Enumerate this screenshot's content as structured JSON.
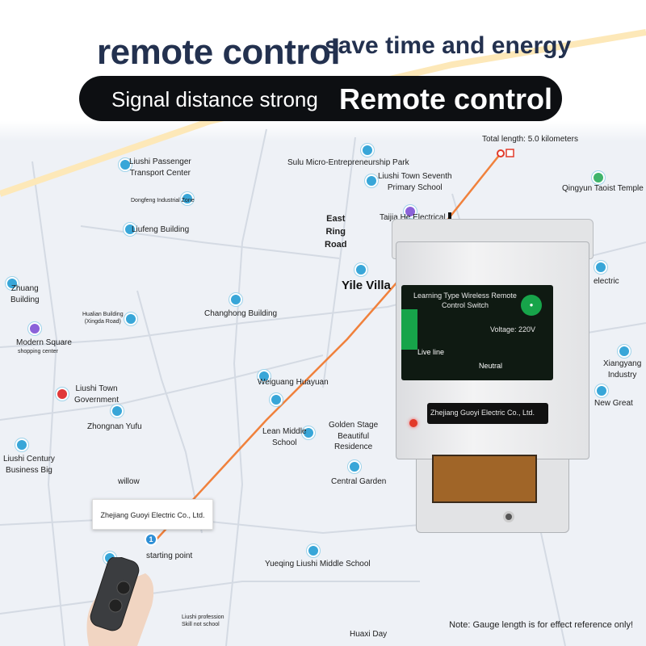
{
  "headline": {
    "main": "remote control",
    "sub": "save time and energy"
  },
  "banner": {
    "left_text": "Signal distance strong",
    "right_text": "Remote control"
  },
  "route": {
    "total_length": "Total length: 5.0 kilometers",
    "start_label": "starting point"
  },
  "map_labels": {
    "liushi_passenger": "Liushi Passenger\nTransport Center",
    "dongfeng": "Dongfeng Industrial Zone",
    "liufeng": "Liufeng Building",
    "sulu": "Sulu Micro-Entrepreneurship Park",
    "seventh_school": "Liushi Town Seventh\nPrimary School",
    "qingyun": "Qingyun Taoist Temple",
    "east_ring": "East\nRing\nRoad",
    "taijia": "Taijia He Electrical\nAppliances",
    "yile": "Yile Villa",
    "electric_right": "electric",
    "zhuang": "Zhuang\nBuilding",
    "hualian": "Hualian Building\n(Xingda Road)",
    "changhong": "Changhong Building",
    "modern_square": "Modern Square",
    "modern_square_sub": "shopping center",
    "xiangyang": "Xiangyang\nIndustry",
    "new_great": "New Great",
    "liushi_gov": "Liushi Town\nGovernment",
    "weiguang": "Weiguang Huayuan",
    "zhongnan": "Zhongnan Yufu",
    "lean_school": "Lean Middle\nSchool",
    "golden_stage": "Golden Stage\nBeautiful\nResidence",
    "liushi_century": "Liushi Century\nBusiness Big",
    "willow": "willow",
    "central_garden": "Central Garden",
    "yueqing": "Yueqing Liushi Middle School",
    "liushi_profession": "Liushi profession\nSkill not school",
    "huaxi": "Huaxi Day"
  },
  "device": {
    "title": "Learning Type Wireless Remote\nControl Switch",
    "voltage": "Voltage: 220V",
    "live": "Live line",
    "neutral": "Neutral",
    "company": "Zhejiang Guoyi Electric Co., Ltd."
  },
  "callout": {
    "company": "Zhejiang Guoyi Electric Co., Ltd."
  },
  "note": "Note: Gauge length is for effect reference only!",
  "colors": {
    "banner": "#0d0f12",
    "headline": "#23314f",
    "route": "#f0813c",
    "pin": "#38a6d8",
    "led": "#e23a2a"
  },
  "icons": [
    "location-pin-icon",
    "start-pin-icon",
    "destination-marker-icon",
    "led-indicator-icon"
  ]
}
